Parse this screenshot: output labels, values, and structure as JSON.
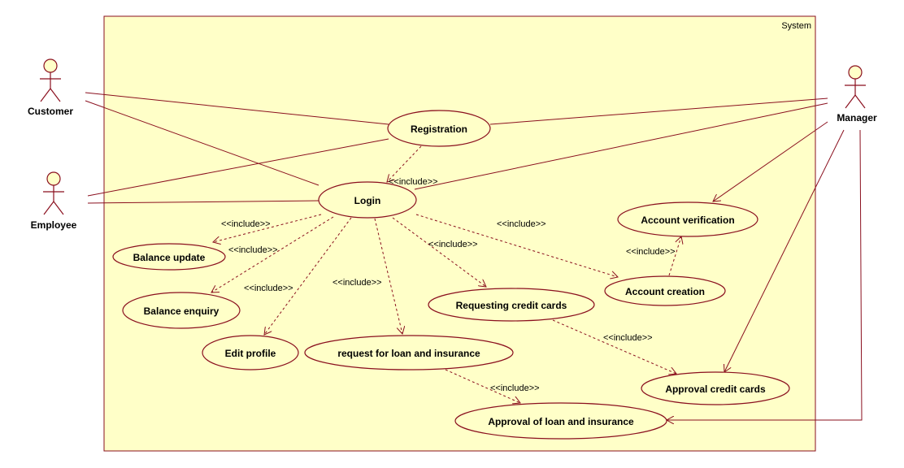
{
  "system": {
    "label": "System"
  },
  "actors": {
    "customer": "Customer",
    "employee": "Employee",
    "manager": "Manager"
  },
  "use_cases": {
    "registration": "Registration",
    "login": "Login",
    "account_verification": "Account verification",
    "balance_update": "Balance update",
    "account_creation": "Account creation",
    "balance_enquiry": "Balance enquiry",
    "requesting_credit_cards": "Requesting credit cards",
    "edit_profile": "Edit profile",
    "request_loan_insurance": "request for loan and insurance",
    "approval_credit_cards": "Approval credit cards",
    "approval_loan_insurance": "Approval of loan and insurance"
  },
  "relations": {
    "include_registration_login": "<<include>>",
    "include_login_balance_update": "<<include>>",
    "include_login_balance_enquiry": "<<include>>",
    "include_login_edit_profile": "<<include>>",
    "include_login_request_loan": "<<include>>",
    "include_login_requesting_cards": "<<include>>",
    "include_login_account_creation": "<<include>>",
    "include_creation_verification": "<<include>>",
    "include_cards_approval": "<<include>>",
    "include_loan_approval": "<<include>>"
  }
}
